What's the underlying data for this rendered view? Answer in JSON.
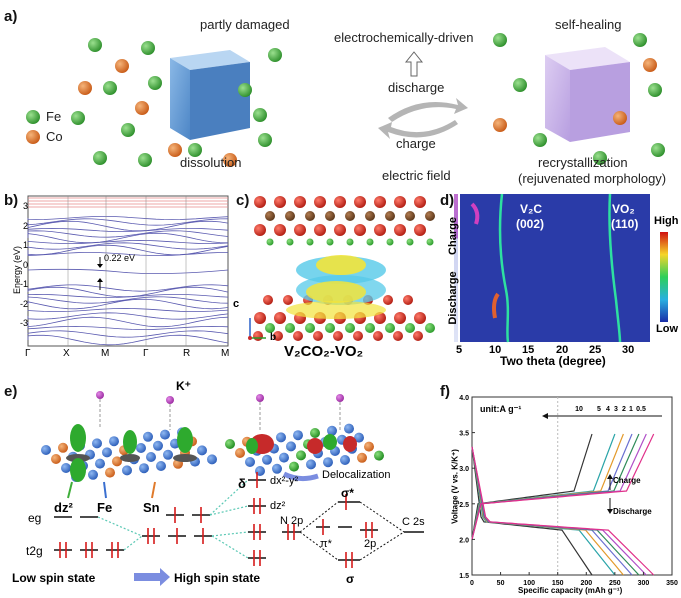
{
  "panel_a": {
    "label": "a)",
    "left_cube": {
      "title": "partly damaged",
      "caption": "dissolution"
    },
    "right_cube": {
      "title": "self-healing",
      "caption": "recrystallization",
      "caption2": "(rejuvenated morphology)"
    },
    "arrow_top": "electrochemically-driven",
    "discharge": "discharge",
    "charge": "charge",
    "arrow_bottom": "electric field",
    "legend": [
      {
        "label": "Fe",
        "color": "#3fae3a"
      },
      {
        "label": "Co",
        "color": "#e07a2b"
      }
    ]
  },
  "panel_b": {
    "label": "b)",
    "ylabel": "Energy (eV)",
    "yticks": [
      "3",
      "2",
      "1",
      "0",
      "-1",
      "-2",
      "-3"
    ],
    "xticks": [
      "Γ",
      "X",
      "M",
      "Γ",
      "R",
      "M"
    ],
    "gap_label": "0.22 eV"
  },
  "panel_c": {
    "label": "c)",
    "title": "V₂CO₂-VO₂",
    "axis_c": "c",
    "axis_b": "b"
  },
  "panel_d": {
    "label": "d)",
    "peak1": "V₂C",
    "peak1_hkl": "(002)",
    "peak2": "VO₂",
    "peak2_hkl": "(110)",
    "ylabel_top": "Charge",
    "ylabel_bottom": "Discharge",
    "colorbar_high": "High",
    "colorbar_low": "Low",
    "xlabel": "Two theta (degree)",
    "xticks": [
      "5",
      "10",
      "15",
      "20",
      "25",
      "30"
    ]
  },
  "panel_e": {
    "label": "e)",
    "k_label": "K⁺",
    "dz2": "dz²",
    "fe": "Fe",
    "sn": "Sn",
    "delta": "δ",
    "eg": "eg",
    "t2g": "t2g",
    "dx2y2": "dx²-y²",
    "dz2b": "dz²",
    "delocalization": "Delocalization",
    "sigma_star": "σ*",
    "pi_star": "π*",
    "sigma": "σ",
    "n2p": "N 2p",
    "two_p": "2p",
    "c2s": "C 2s",
    "low_spin": "Low spin state",
    "high_spin": "High spin state"
  },
  "panel_f": {
    "label": "f)",
    "unit": "unit:A g⁻¹",
    "ylabel": "Voltage (V vs. K/K⁺)",
    "xlabel": "Specific capacity (mAh g⁻¹)",
    "charge": "Charge",
    "discharge": "Discharge",
    "chart_data": {
      "type": "line",
      "title": "",
      "xlabel": "Specific capacity (mAh g⁻¹)",
      "ylabel": "Voltage (V vs. K/K⁺)",
      "xlim": [
        0,
        350
      ],
      "ylim": [
        1.5,
        4.0
      ],
      "xticks": [
        0,
        50,
        100,
        150,
        200,
        250,
        300,
        350
      ],
      "yticks": [
        1.5,
        2.0,
        2.5,
        3.0,
        3.5,
        4.0
      ],
      "series": [
        {
          "name": "10",
          "color": "#333333",
          "capacity": 210
        },
        {
          "name": "5",
          "color": "#2aa4a8",
          "capacity": 250
        },
        {
          "name": "4",
          "color": "#e39a2b",
          "capacity": 265
        },
        {
          "name": "3",
          "color": "#6a6fd0",
          "capacity": 280
        },
        {
          "name": "2",
          "color": "#2e8b57",
          "capacity": 292
        },
        {
          "name": "1",
          "color": "#b04fc8",
          "capacity": 305
        },
        {
          "name": "0.5",
          "color": "#e0308a",
          "capacity": 318
        }
      ]
    }
  }
}
